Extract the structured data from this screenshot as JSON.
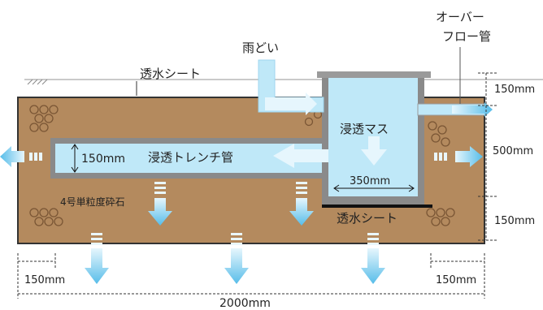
{
  "labels": {
    "overflow_pipe_line1": "オーバー",
    "overflow_pipe_line2": "フロー管",
    "rain_gutter": "雨どい",
    "permeable_sheet_top": "透水シート",
    "permeable_sheet_bottom": "透水シート",
    "infiltration_basin": "浸透マス",
    "infiltration_trench_pipe": "浸透トレンチ管",
    "crushed_stone": "4号単粒度砕石"
  },
  "dimensions": {
    "pipe_diameter": "150mm",
    "basin_width": "350mm",
    "top_cover": "150mm",
    "trench_middle": "500mm",
    "bottom_layer": "150mm",
    "left_margin": "150mm",
    "right_margin": "150mm",
    "total_width": "2000mm"
  },
  "colors": {
    "gravel": "#b48a5e",
    "water": "#bfe8f8",
    "arrow": "#5cc0ee",
    "basin_wall": "#8a8a8a",
    "sheet": "#222222"
  }
}
